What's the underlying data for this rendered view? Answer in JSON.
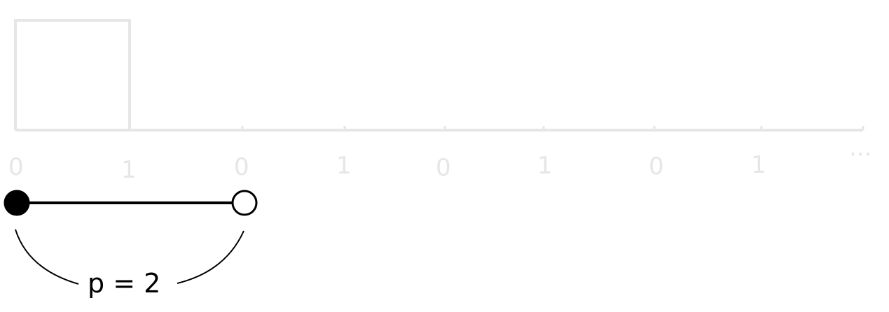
{
  "signal": {
    "tick_labels": [
      "0",
      "1",
      "0",
      "1",
      "0",
      "1",
      "0",
      "1"
    ],
    "continuation": "···",
    "pulse_high_from": "0",
    "pulse_high_to": "1"
  },
  "period": {
    "label": "p = 2",
    "start_marker": "filled",
    "end_marker": "open"
  },
  "colors": {
    "faint": "#e6e6e6",
    "ink": "#000000",
    "background": "#ffffff"
  }
}
